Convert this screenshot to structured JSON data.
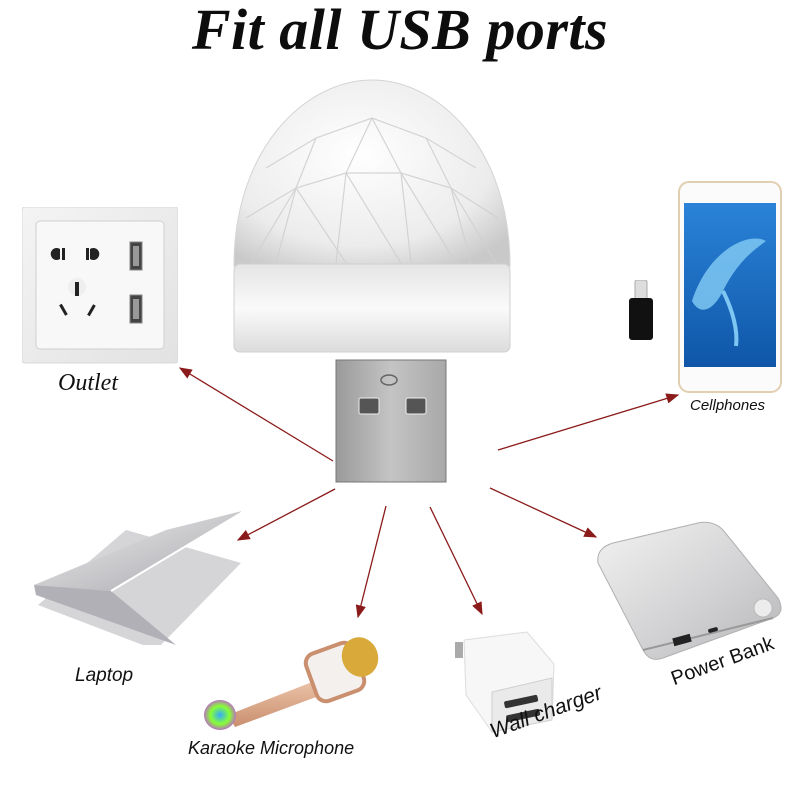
{
  "title": "Fit all USB ports",
  "product": {
    "name": "usb-disco-ball-light"
  },
  "devices": [
    {
      "id": "outlet",
      "label": "Outlet"
    },
    {
      "id": "cellphones",
      "label": "Cellphones"
    },
    {
      "id": "laptop",
      "label": "Laptop"
    },
    {
      "id": "karaoke",
      "label": "Karaoke Microphone"
    },
    {
      "id": "wall-charger",
      "label": "Wall charger"
    },
    {
      "id": "power-bank",
      "label": "Power Bank"
    }
  ],
  "colors": {
    "arrow": "#8b1a1a",
    "title": "#0d0d0d",
    "phone_screen": "#1e6fc4"
  }
}
